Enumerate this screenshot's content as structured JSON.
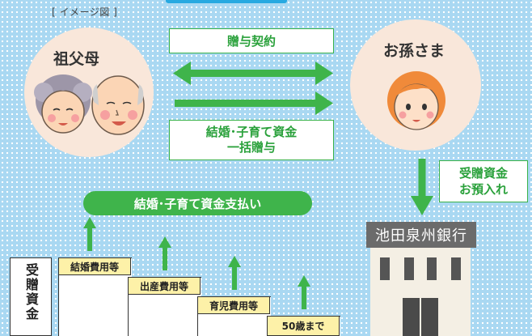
{
  "caption": "[ イメージ図 ]",
  "grandparents": {
    "label": "祖父母"
  },
  "grandchild": {
    "label": "お孫さま"
  },
  "gift_contract": "贈与契約",
  "lump_sum": {
    "line1": "結婚･子育て資金",
    "line2": "一括贈与"
  },
  "deposit": {
    "line1": "受贈資金",
    "line2": "お預入れ"
  },
  "payment": "結婚･子育て資金支払い",
  "bank": {
    "name": "池田泉州銀行"
  },
  "funds_label": "受贈資金",
  "steps": [
    {
      "label": "結婚費用等"
    },
    {
      "label": "出産費用等"
    },
    {
      "label": "育児費用等"
    },
    {
      "label": "50歳まで"
    }
  ],
  "colors": {
    "green": "#3fb44b",
    "background": "#a9d8f2",
    "bank_sign": "#6b6b6b",
    "step_label": "#fdf1a8"
  }
}
